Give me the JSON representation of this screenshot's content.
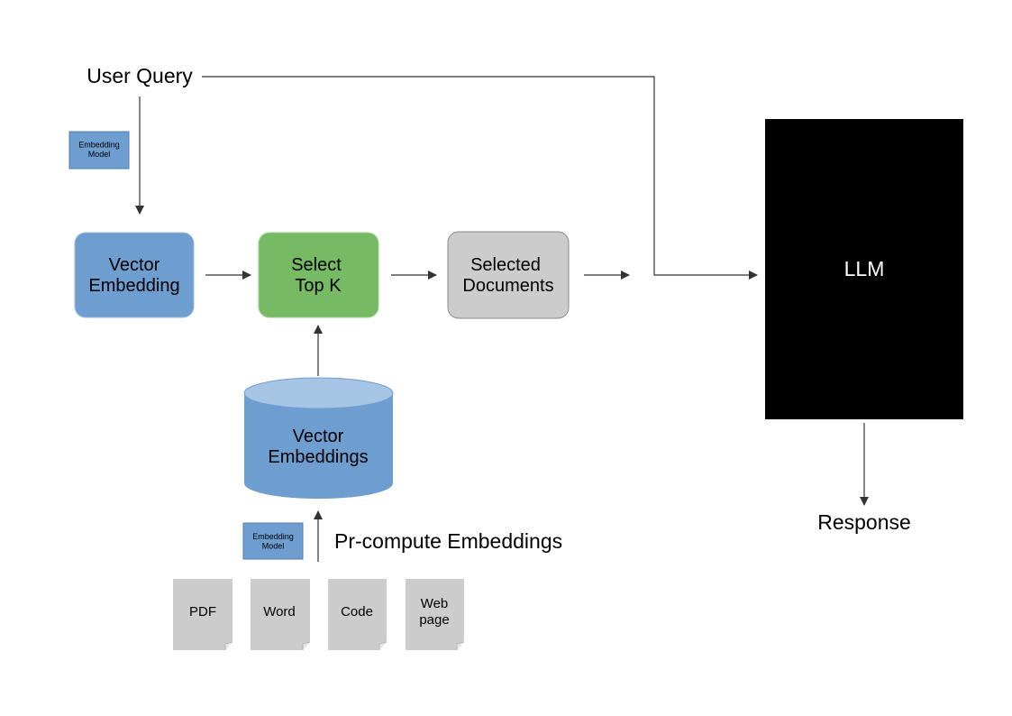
{
  "user_query": "User Query",
  "embedding_model_top": [
    "Embedding",
    "Model"
  ],
  "vector_embedding": [
    "Vector",
    "Embedding"
  ],
  "select_top_k": [
    "Select",
    "Top K"
  ],
  "selected_documents": [
    "Selected",
    "Documents"
  ],
  "llm": "LLM",
  "response": "Response",
  "vector_embeddings_store": [
    "Vector",
    "Embeddings"
  ],
  "embedding_model_bottom": [
    "Embedding",
    "Model"
  ],
  "precompute": "Pr-compute Embeddings",
  "documents": {
    "pdf": [
      "PDF"
    ],
    "word": [
      "Word"
    ],
    "code": [
      "Code"
    ],
    "web": [
      "Web",
      "page"
    ]
  },
  "colors": {
    "blue": "#6e9dd0",
    "blue_light": "#a6c4e4",
    "green": "#76bb63",
    "gray": "#cccccc",
    "black": "#000000",
    "line": "#333333"
  }
}
